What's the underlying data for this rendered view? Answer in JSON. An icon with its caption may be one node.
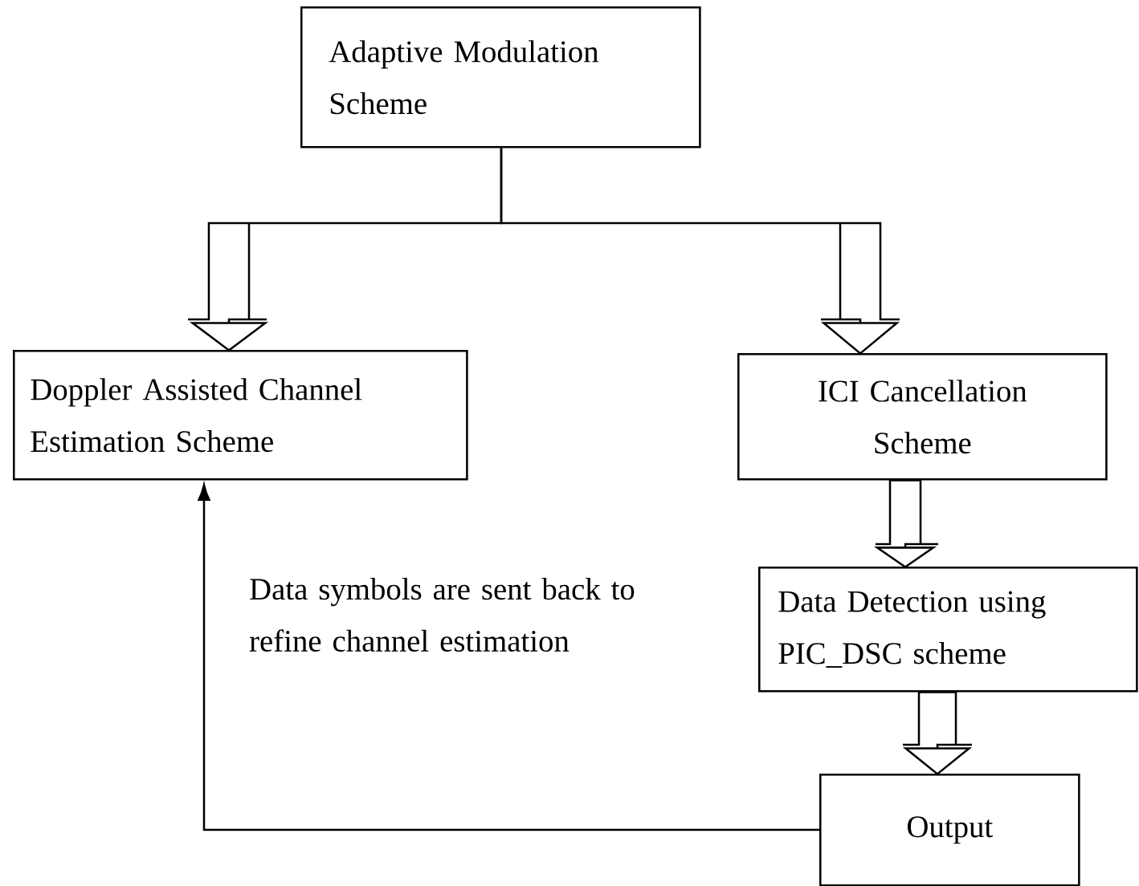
{
  "diagram": {
    "nodes": [
      {
        "text": [
          "Adaptive Modulation Scheme"
        ]
      },
      {
        "text": [
          "Doppler Assisted Channel Estimation Scheme"
        ]
      },
      {
        "text": [
          "ICI Cancellation Scheme"
        ]
      },
      {
        "text": [
          "Data Detection using PIC_DSC scheme"
        ]
      },
      {
        "text": [
          "Output"
        ]
      }
    ],
    "edges": [
      {
        "from": 0,
        "to": 1,
        "arrow": "to"
      },
      {
        "from": 0,
        "to": 2,
        "arrow": "to"
      },
      {
        "from": 2,
        "to": 3,
        "arrow": "to"
      },
      {
        "from": 3,
        "to": 4,
        "arrow": "to"
      },
      {
        "from": 4,
        "to": 1,
        "arrow": "to",
        "label": "Data symbols are sent back to refine channel estimation"
      }
    ]
  }
}
